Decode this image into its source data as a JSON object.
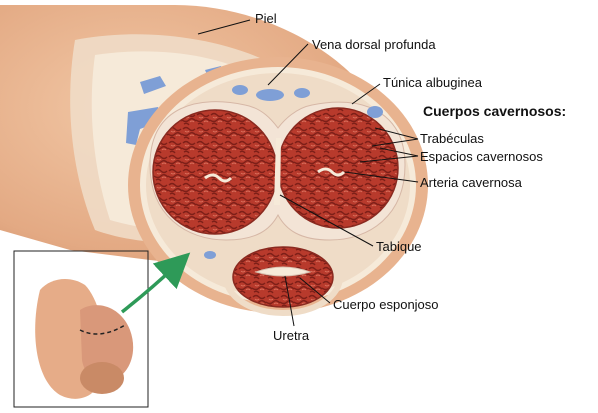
{
  "diagram": {
    "labels": {
      "piel": "Piel",
      "vena_dorsal": "Vena dorsal profunda",
      "tunica": "Túnica albuginea",
      "cuerpos_cavernosos": "Cuerpos cavernosos:",
      "trabeculas": "Trabéculas",
      "espacios": "Espacios cavernosos",
      "arteria": "Arteria cavernosa",
      "tabique": "Tabique",
      "cuerpo_esponjoso": "Cuerpo esponjoso",
      "uretra": "Uretra"
    },
    "colors": {
      "skin": "#e8b38f",
      "skin_shadow": "#c98a66",
      "tissue": "#b83a2c",
      "tissue_dark": "#7d1f18",
      "tunica": "#f3e4d6",
      "vein_blue": "#7f9fd6",
      "arrow_green": "#2e9a58",
      "line": "#111111"
    }
  }
}
